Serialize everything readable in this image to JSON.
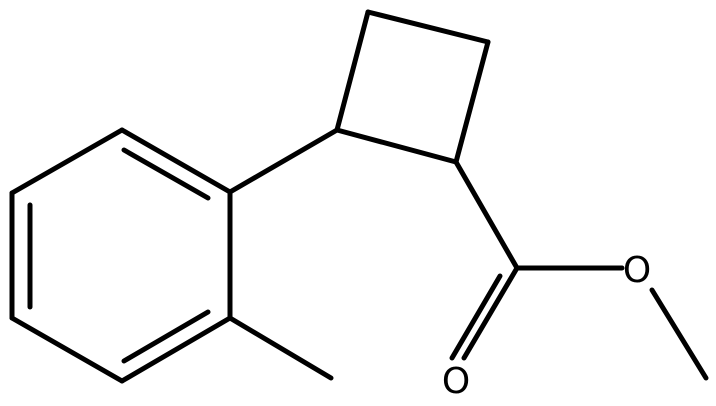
{
  "molecule": {
    "atoms": [
      {
        "id": "ring-oxygen-ether",
        "symbol": "O"
      },
      {
        "id": "carbonyl-oxygen",
        "symbol": "O"
      }
    ],
    "bond_color": "#000000",
    "background": "#ffffff"
  }
}
